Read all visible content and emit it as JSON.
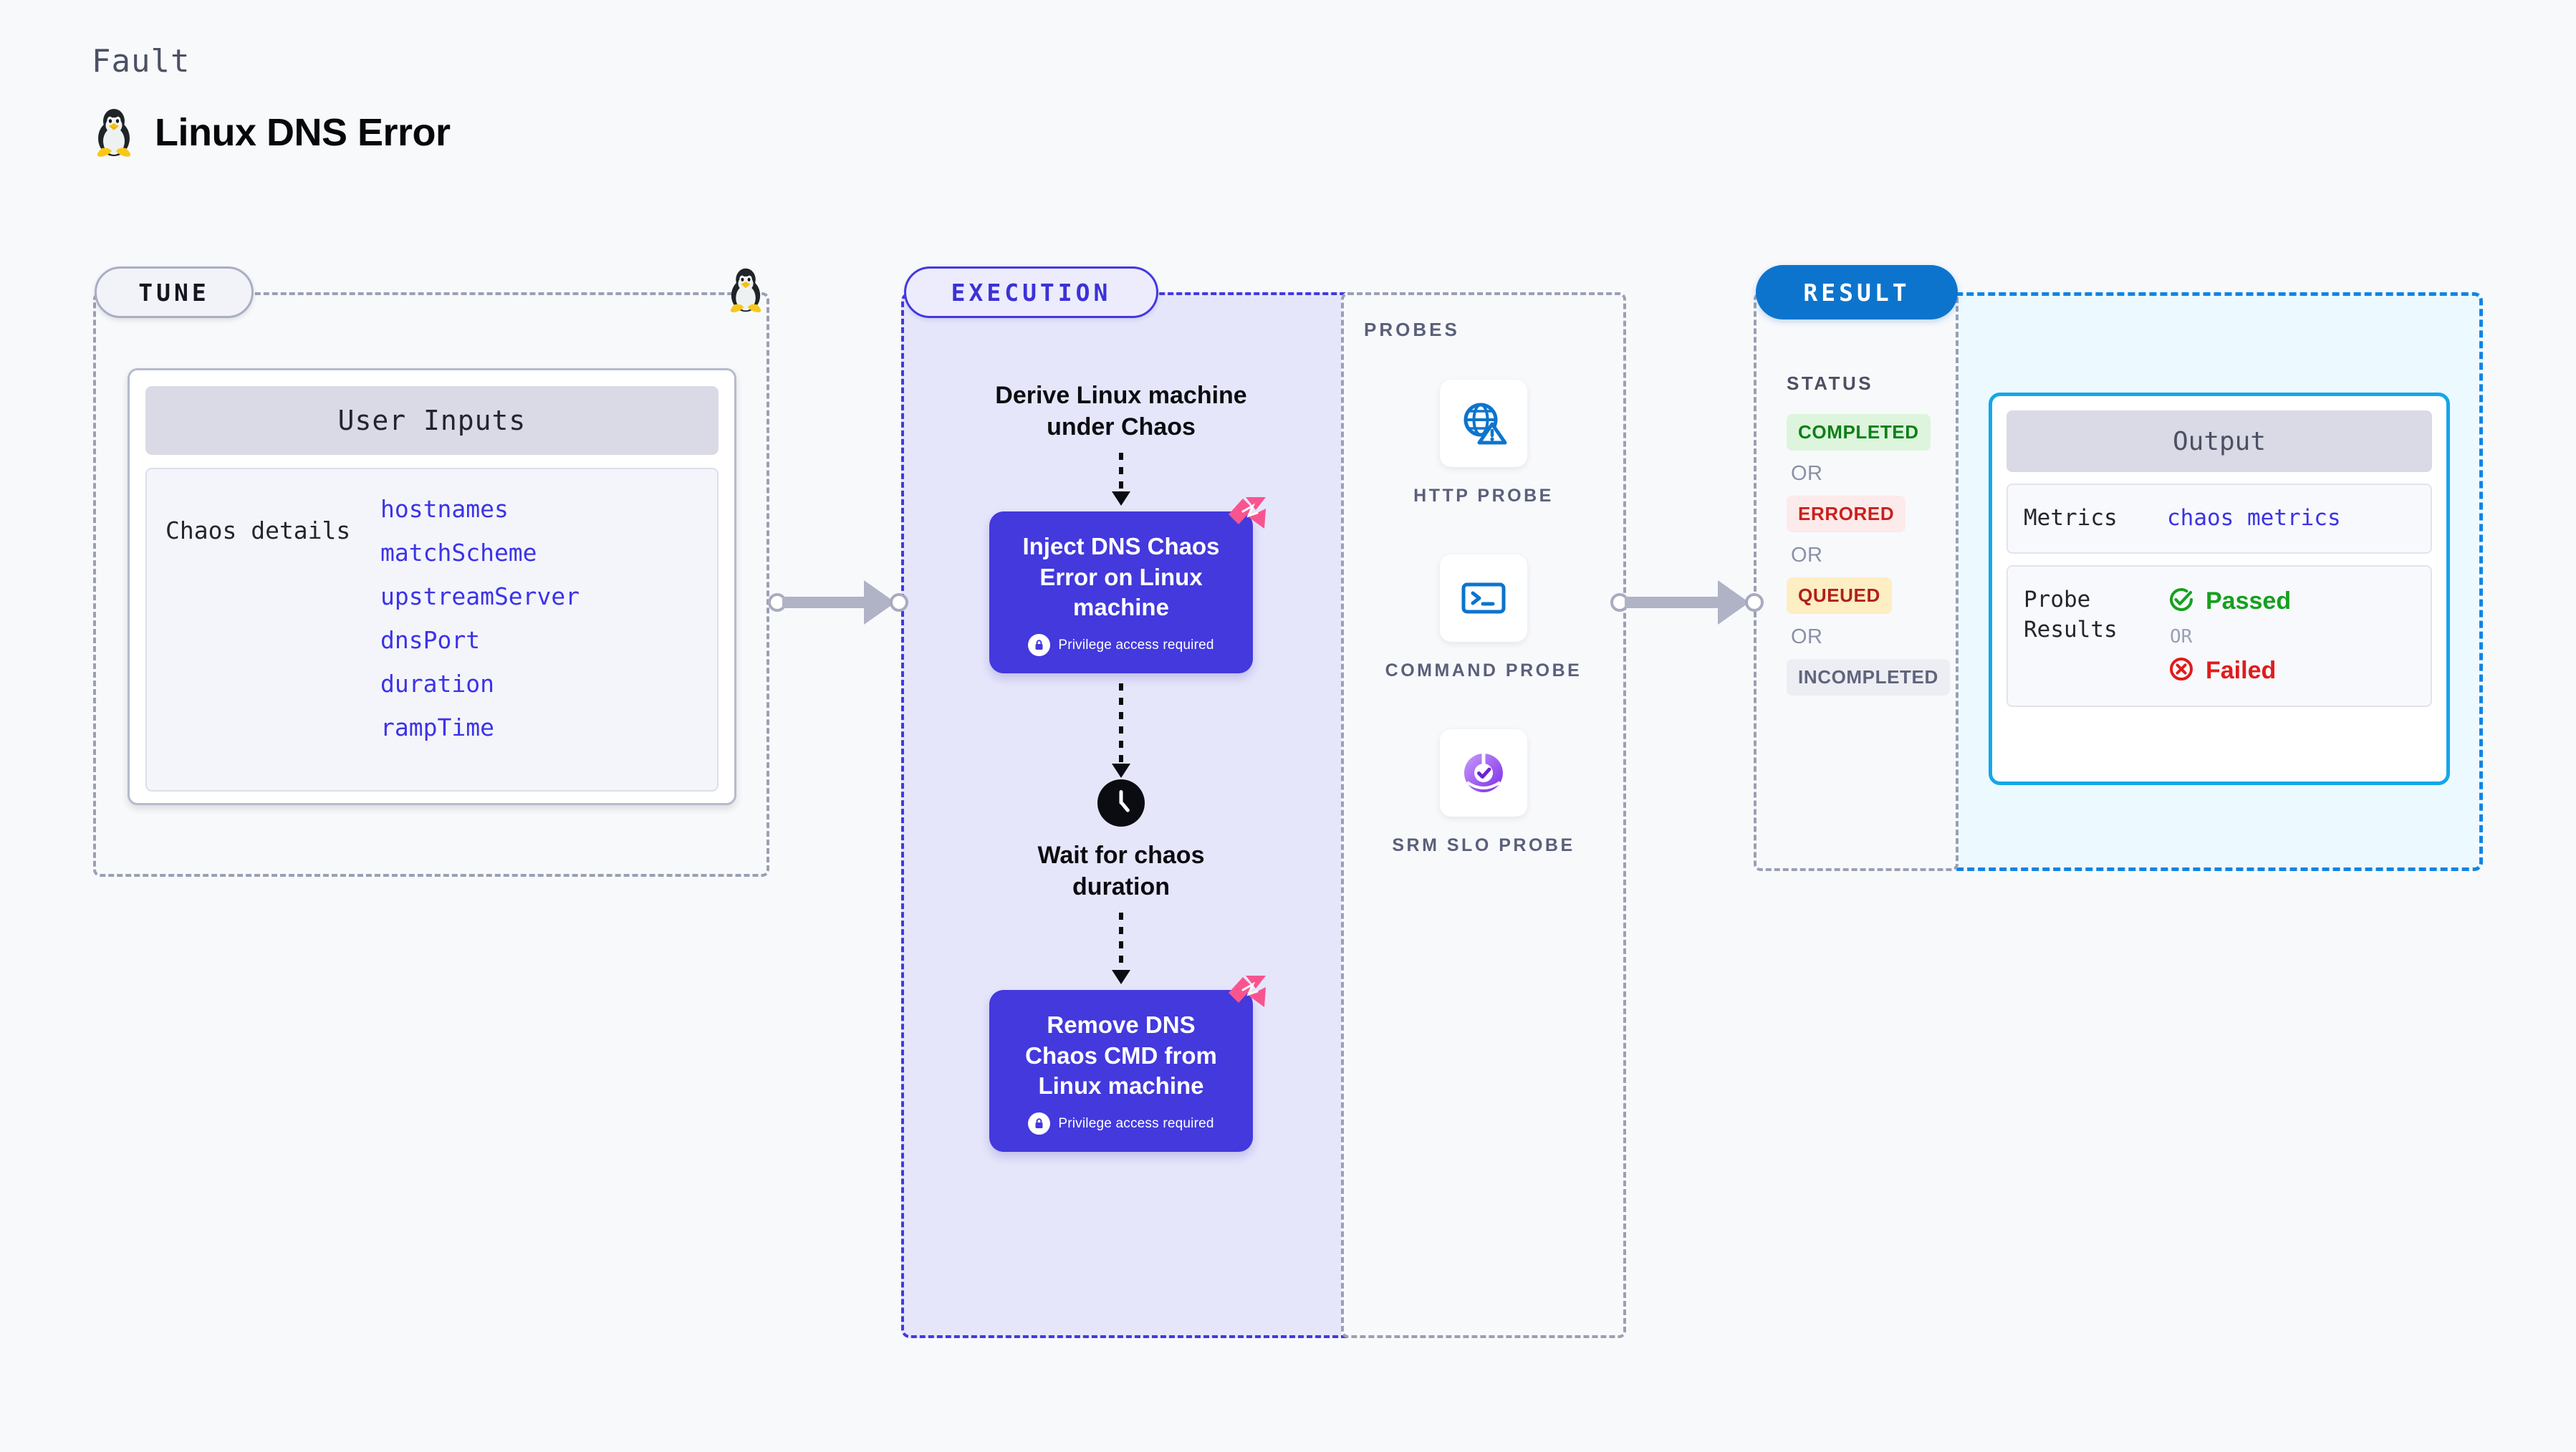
{
  "header": {
    "kicker": "Fault",
    "title": "Linux DNS Error",
    "icon": "tux-penguin-icon"
  },
  "tune": {
    "badge": "TUNE",
    "card_title": "User Inputs",
    "details_label": "Chaos details",
    "parameters": [
      "hostnames",
      "matchScheme",
      "upstreamServer",
      "dnsPort",
      "duration",
      "rampTime"
    ]
  },
  "execution": {
    "badge": "EXECUTION",
    "step_derive": "Derive Linux machine under Chaos",
    "card_inject": {
      "title": "Inject DNS Chaos Error on Linux machine",
      "privilege": "Privilege access required"
    },
    "wait_step": "Wait for chaos duration",
    "card_remove": {
      "title": "Remove DNS Chaos CMD from Linux machine",
      "privilege": "Privilege access required"
    }
  },
  "probes": {
    "label": "PROBES",
    "items": [
      {
        "label": "HTTP PROBE",
        "icon": "globe-warning-icon"
      },
      {
        "label": "COMMAND PROBE",
        "icon": "terminal-icon"
      },
      {
        "label": "SRM SLO PROBE",
        "icon": "slo-donut-check-icon"
      }
    ]
  },
  "result": {
    "badge": "RESULT",
    "status_label": "STATUS",
    "or_text": "OR",
    "statuses": [
      {
        "label": "COMPLETED",
        "color": "#0f8018",
        "bg": "#dcf5dc"
      },
      {
        "label": "ERRORED",
        "color": "#c9211d",
        "bg": "#fdeaea"
      },
      {
        "label": "QUEUED",
        "color": "#b32019",
        "bg": "#fdeec4"
      },
      {
        "label": "INCOMPLETED",
        "color": "#60657c",
        "bg": "#eceef4"
      }
    ]
  },
  "output": {
    "title": "Output",
    "metrics_label": "Metrics",
    "metrics_value": "chaos metrics",
    "probe_results_label": "Probe Results",
    "passed": "Passed",
    "failed": "Failed",
    "or_text": "OR",
    "passed_color": "#16a01f",
    "failed_color": "#e01b1b"
  },
  "colors": {
    "indigo": "#4339dd",
    "indigo_pale": "#e6e6fb",
    "blue": "#0d74cd",
    "cyan": "#16a6e8",
    "cyan_pale": "#ecfaff",
    "pink": "#f8558f",
    "page_bg": "#f8f9fb"
  }
}
